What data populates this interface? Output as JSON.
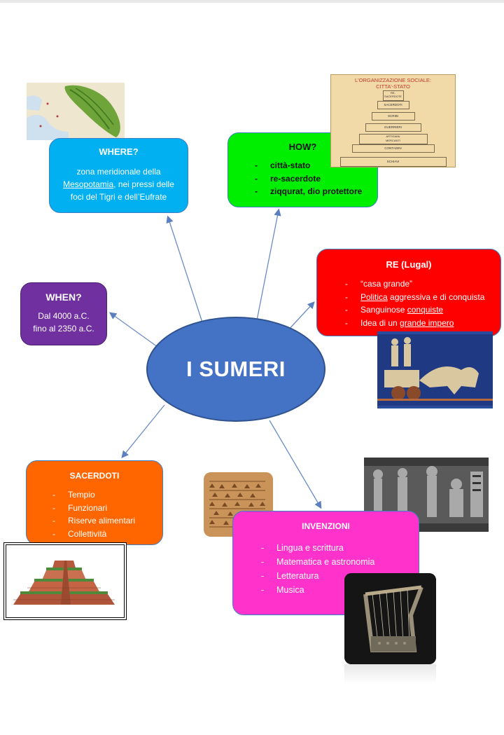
{
  "center": {
    "title": "I SUMERI"
  },
  "where": {
    "title": "WHERE?",
    "line1": "zona meridionale della",
    "line2_link": "Mesopotamia",
    "line2_rest": ", nei pressi delle",
    "line3": "foci del Tigri e dell’Eufrate"
  },
  "how": {
    "title": "HOW?",
    "items": [
      "città-stato",
      "re-sacerdote",
      "ziqqurat, dio protettore"
    ]
  },
  "when": {
    "title": "WHEN?",
    "line1": "Dal 4000 a.C.",
    "line2": "fino al 2350 a.C."
  },
  "re": {
    "title": "RE (Lugal)",
    "item1": "“casa grande”",
    "item2_link": "Politica",
    "item2_rest": " aggressiva e di conquista",
    "item3_text": "Sanguinose ",
    "item3_link": "conquiste",
    "item4_text": "Idea di un ",
    "item4_link": "grande impero"
  },
  "sacerdoti": {
    "title": "SACERDOTI",
    "items": [
      "Tempio",
      "Funzionari",
      "Riserve alimentari",
      "Collettività"
    ]
  },
  "invenzioni": {
    "title": "INVENZIONI",
    "items": [
      "Lingua e scrittura",
      "Matematica e astronomia",
      "Letteratura",
      "Musica"
    ]
  },
  "pyramid": {
    "title1": "L'ORGANIZZAZIONE SOCIALE:",
    "title2": "CITTA'-STATO",
    "levels": [
      "RE-",
      "SACERDOTE",
      "SACERDOTI",
      "SCRIBI",
      "GUERRIERI",
      "ARTIGIANI",
      "MERCANTI",
      "CONTADINI",
      "SCHIAVI"
    ]
  },
  "colors": {
    "where": "#00b0f0",
    "how": "#00ee00",
    "when": "#7030a0",
    "re": "#ff0000",
    "sacerdoti": "#ff6600",
    "invenzioni": "#ff33cc",
    "center": "#4472c4",
    "arrows": "#5b7fbf"
  }
}
